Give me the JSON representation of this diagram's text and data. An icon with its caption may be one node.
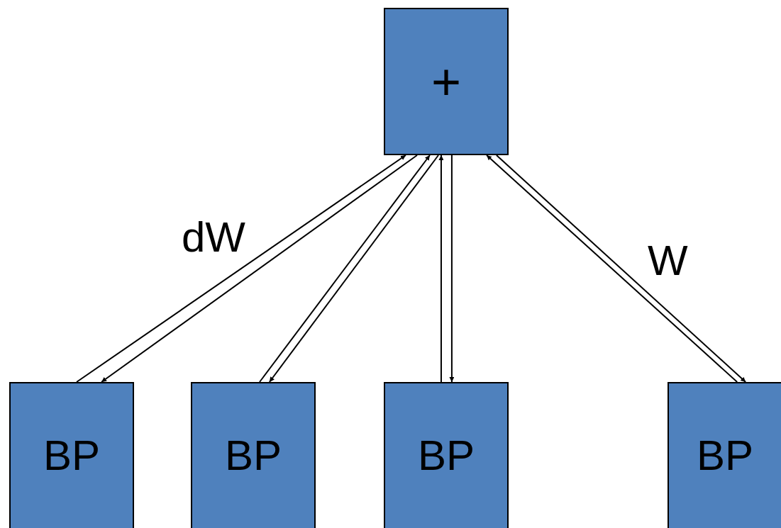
{
  "diagram": {
    "nodes": [
      {
        "text": [
          "+"
        ]
      },
      {
        "text": [
          "BP"
        ]
      },
      {
        "text": [
          "BP"
        ]
      },
      {
        "text": [
          "BP"
        ]
      },
      {
        "text": [
          "BP"
        ]
      }
    ],
    "edges": [
      {
        "from": 1,
        "to": 0,
        "arrow": "to"
      },
      {
        "from": 0,
        "to": 1,
        "arrow": "to"
      },
      {
        "from": 2,
        "to": 0,
        "arrow": "to"
      },
      {
        "from": 0,
        "to": 2,
        "arrow": "to"
      },
      {
        "from": 3,
        "to": 0,
        "arrow": "to"
      },
      {
        "from": 0,
        "to": 3,
        "arrow": "to"
      },
      {
        "from": 4,
        "to": 0,
        "arrow": "to"
      },
      {
        "from": 0,
        "to": 4,
        "arrow": "to"
      }
    ],
    "labels": [
      "dW",
      "W"
    ]
  }
}
